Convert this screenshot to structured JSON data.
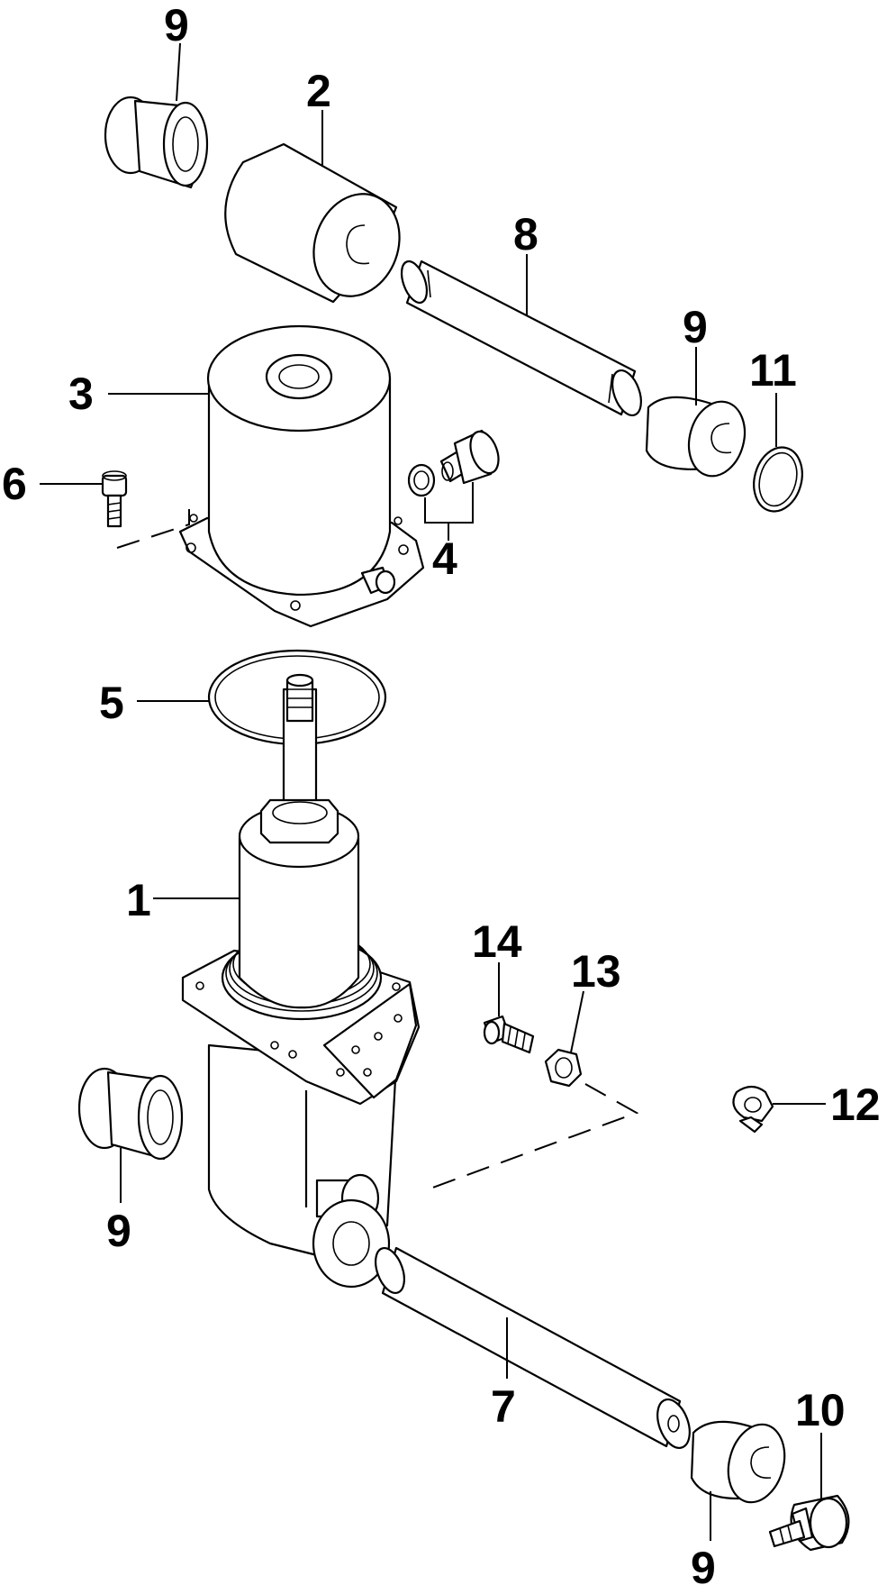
{
  "diagram": {
    "labels": {
      "part_1": "1",
      "part_2": "2",
      "part_3": "3",
      "part_4": "4",
      "part_5": "5",
      "part_6": "6",
      "part_7": "7",
      "part_8": "8",
      "part_9_top_left": "9",
      "part_9_mid_right": "9",
      "part_9_bottom_left": "9",
      "part_9_bottom_right": "9",
      "part_10": "10",
      "part_11": "11",
      "part_12": "12",
      "part_13": "13",
      "part_14": "14"
    },
    "colors": {
      "line": "#000000",
      "background": "#ffffff"
    }
  }
}
